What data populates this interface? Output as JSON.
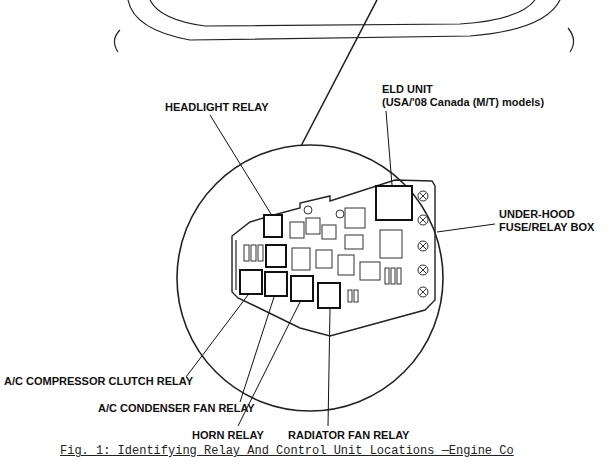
{
  "diagram": {
    "caption": "Fig. 1: Identifying Relay And Control Unit Locations —Engine Co",
    "labels": [
      "HEADLIGHT RELAY",
      "ELD UNIT",
      "(USA/'08 Canada (M/T) models)",
      "UNDER-HOOD FUSE/RELAY BOX",
      "A/C COMPRESSOR CLUTCH RELAY",
      "A/C CONDENSER FAN RELAY",
      "HORN RELAY",
      "RADIATOR FAN RELAY"
    ]
  }
}
